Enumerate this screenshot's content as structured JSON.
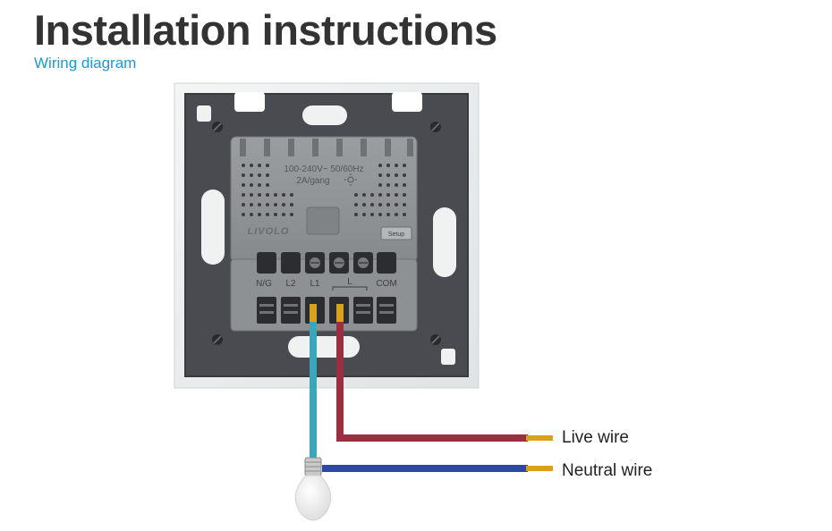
{
  "header": {
    "title": "Installation instructions",
    "subtitle": "Wiring diagram"
  },
  "switch": {
    "rating_line1": "100-240V~  50/60Hz",
    "rating_line2": "2A/gang",
    "brand": "LIVOLO",
    "button_label": "Setup",
    "terminals": [
      "N/G",
      "L2",
      "L1",
      "L",
      "COM"
    ]
  },
  "wires": {
    "live_label": "Live wire",
    "neutral_label": "Neutral wire"
  },
  "colors": {
    "live_wire": "#9a2f42",
    "neutral_wire": "#2c49a6",
    "load_wire": "#3aa6b9",
    "copper": "#d9a21c",
    "accent": "#1a9ad6"
  }
}
